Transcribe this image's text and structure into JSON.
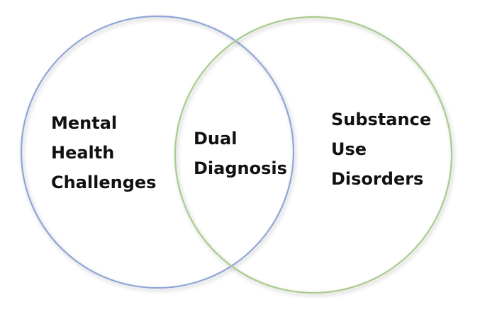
{
  "diagram": {
    "type": "venn",
    "sets": [
      {
        "id": "left",
        "label_lines": [
          "Mental",
          "Health",
          "Challenges"
        ],
        "stroke_color": "#8fa6d6"
      },
      {
        "id": "right",
        "label_lines": [
          "Substance",
          "Use",
          "Disorders"
        ],
        "stroke_color": "#a8cc8c"
      }
    ],
    "intersection": {
      "label_lines": [
        "Dual",
        "Diagnosis"
      ]
    }
  }
}
